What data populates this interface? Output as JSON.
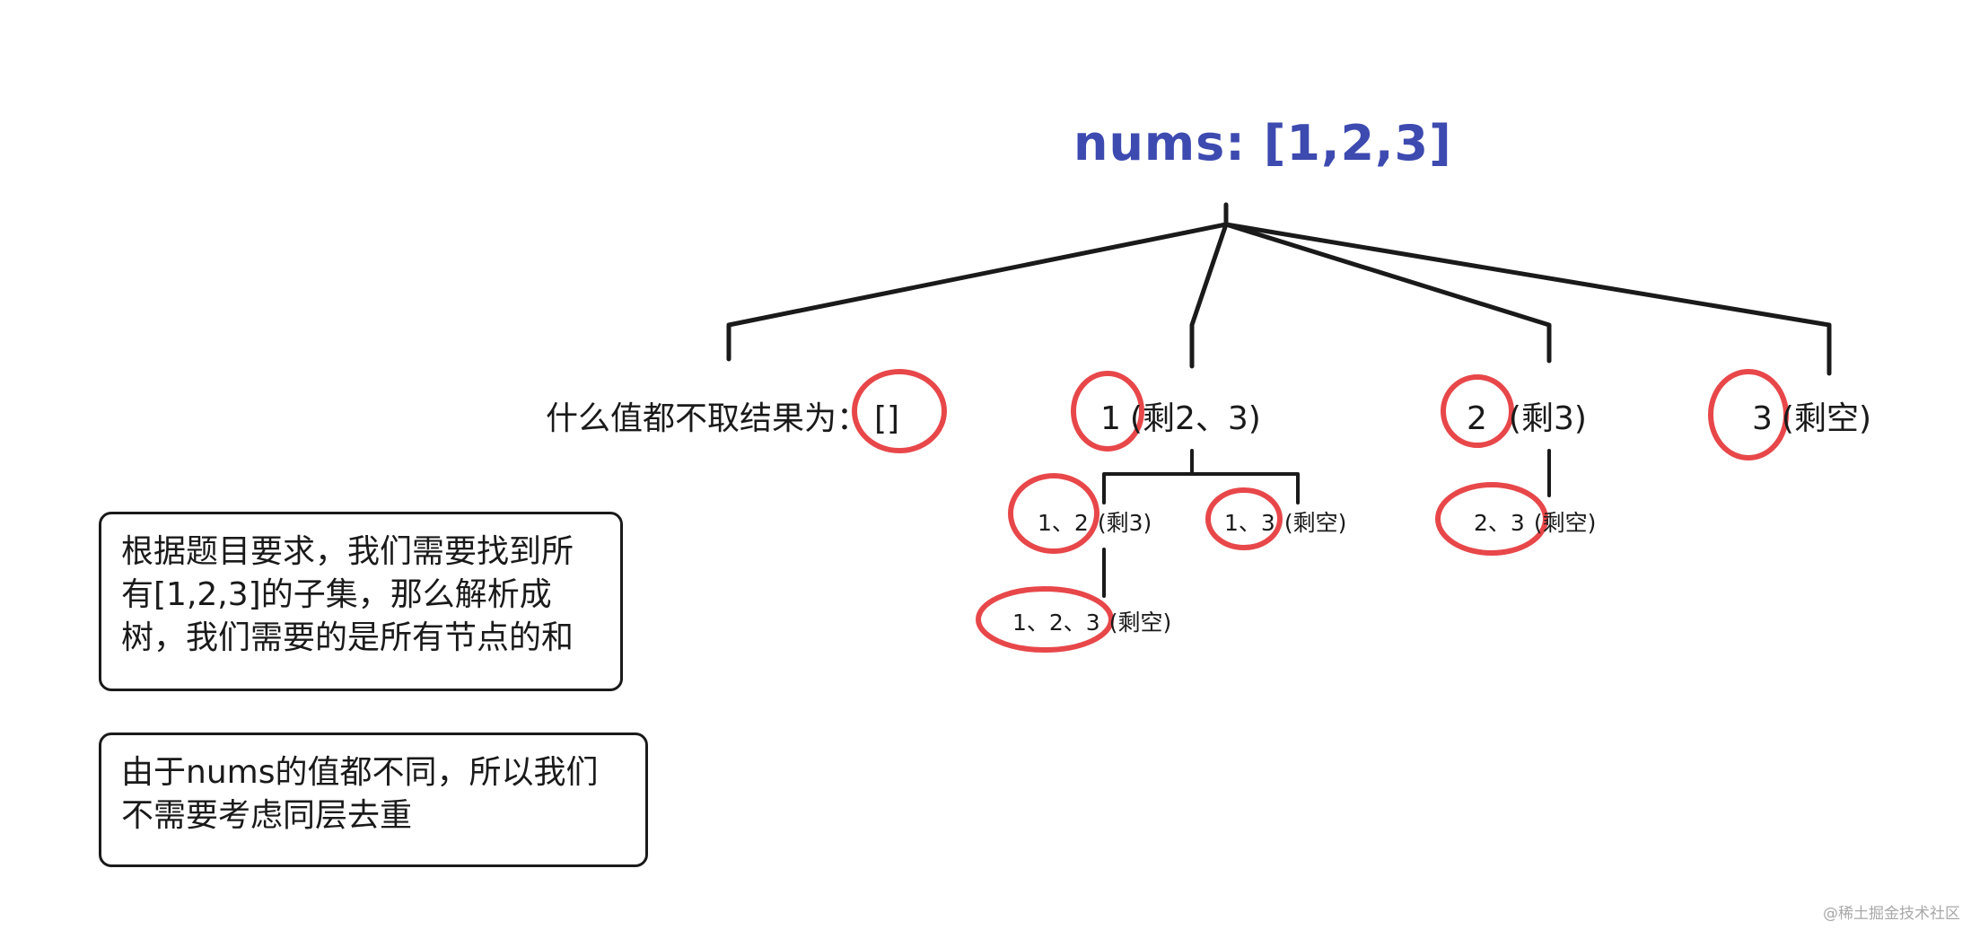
{
  "title": "nums: [1,2,3]",
  "colors": {
    "title": "#3d4ab0",
    "circle": "#e8474a",
    "line": "#1a1a1a"
  },
  "level1": {
    "empty_prefix": "什么值都不取结果为：",
    "empty_value": "[]",
    "node1_value": "1",
    "node1_rest": "(剩2、3)",
    "node2_value": "2",
    "node2_rest": "(剩3)",
    "node3_value": "3",
    "node3_rest": "(剩空)"
  },
  "level2": {
    "node12_value": "1、2",
    "node12_rest": "(剩3)",
    "node13_value": "1、3",
    "node13_rest": "(剩空)",
    "node23_value": "2、3",
    "node23_rest": "(剩空)"
  },
  "level3": {
    "node123_value": "1、2、3",
    "node123_rest": "(剩空)"
  },
  "notes": {
    "subset": "根据题目要求，我们需要找到所有[1,2,3]的子集，那么解析成树，我们需要的是所有节点的和",
    "dedup": "由于nums的值都不同，所以我们不需要考虑同层去重"
  },
  "watermark": "@稀土掘金技术社区"
}
